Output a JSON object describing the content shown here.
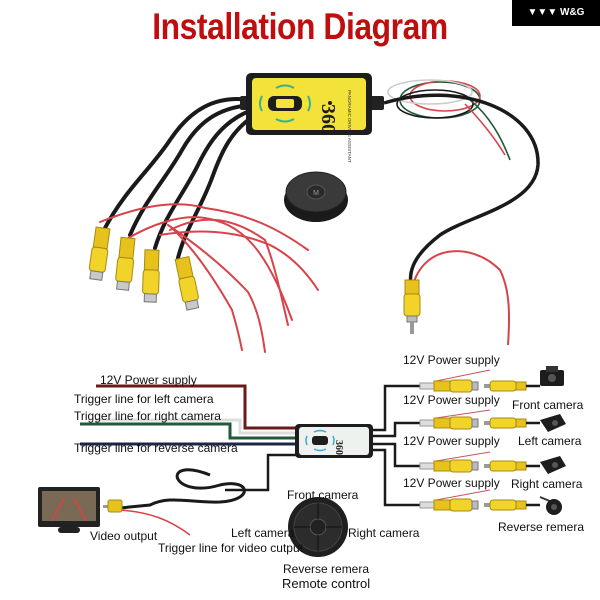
{
  "title": "Installation Diagram",
  "brand": {
    "logo_icon": "wg-crown-icon",
    "text": "W&G"
  },
  "colors": {
    "title": "#c00d0d",
    "module_yellow": "#f2e23a",
    "rca_yellow": "#e8c21c",
    "wire_red": "#d8434a",
    "wire_black": "#1a1a1a",
    "wire_green": "#1f5a3a",
    "wire_navy": "#1c2748",
    "signal_teal": "#3fb08a"
  },
  "module": {
    "logo_text": "360",
    "small_text": "PANORAMIC DRIVING ASSISTANT"
  },
  "left_inputs": [
    {
      "label": "12V Power supply"
    },
    {
      "label": "Trigger line for left camera"
    },
    {
      "label": "Trigger line for right camera"
    },
    {
      "label": "Trigger line for reverse camera"
    }
  ],
  "camera_outputs": [
    {
      "power_label": "12V Power supply",
      "camera_label": "Front camera"
    },
    {
      "power_label": "12V Power supply",
      "camera_label": "Left camera"
    },
    {
      "power_label": "12V Power supply",
      "camera_label": "Right camera"
    },
    {
      "power_label": "12V Power supply",
      "camera_label": "Reverse remera"
    }
  ],
  "video": {
    "output_label": "Video output",
    "trigger_label": "Trigger line for video cutput"
  },
  "remote": {
    "top_label": "Front camera",
    "left_label": "Left camera",
    "right_label": "Right camera",
    "bottom_label": "Reverse remera",
    "caption": "Remote control",
    "center_button": "M"
  }
}
